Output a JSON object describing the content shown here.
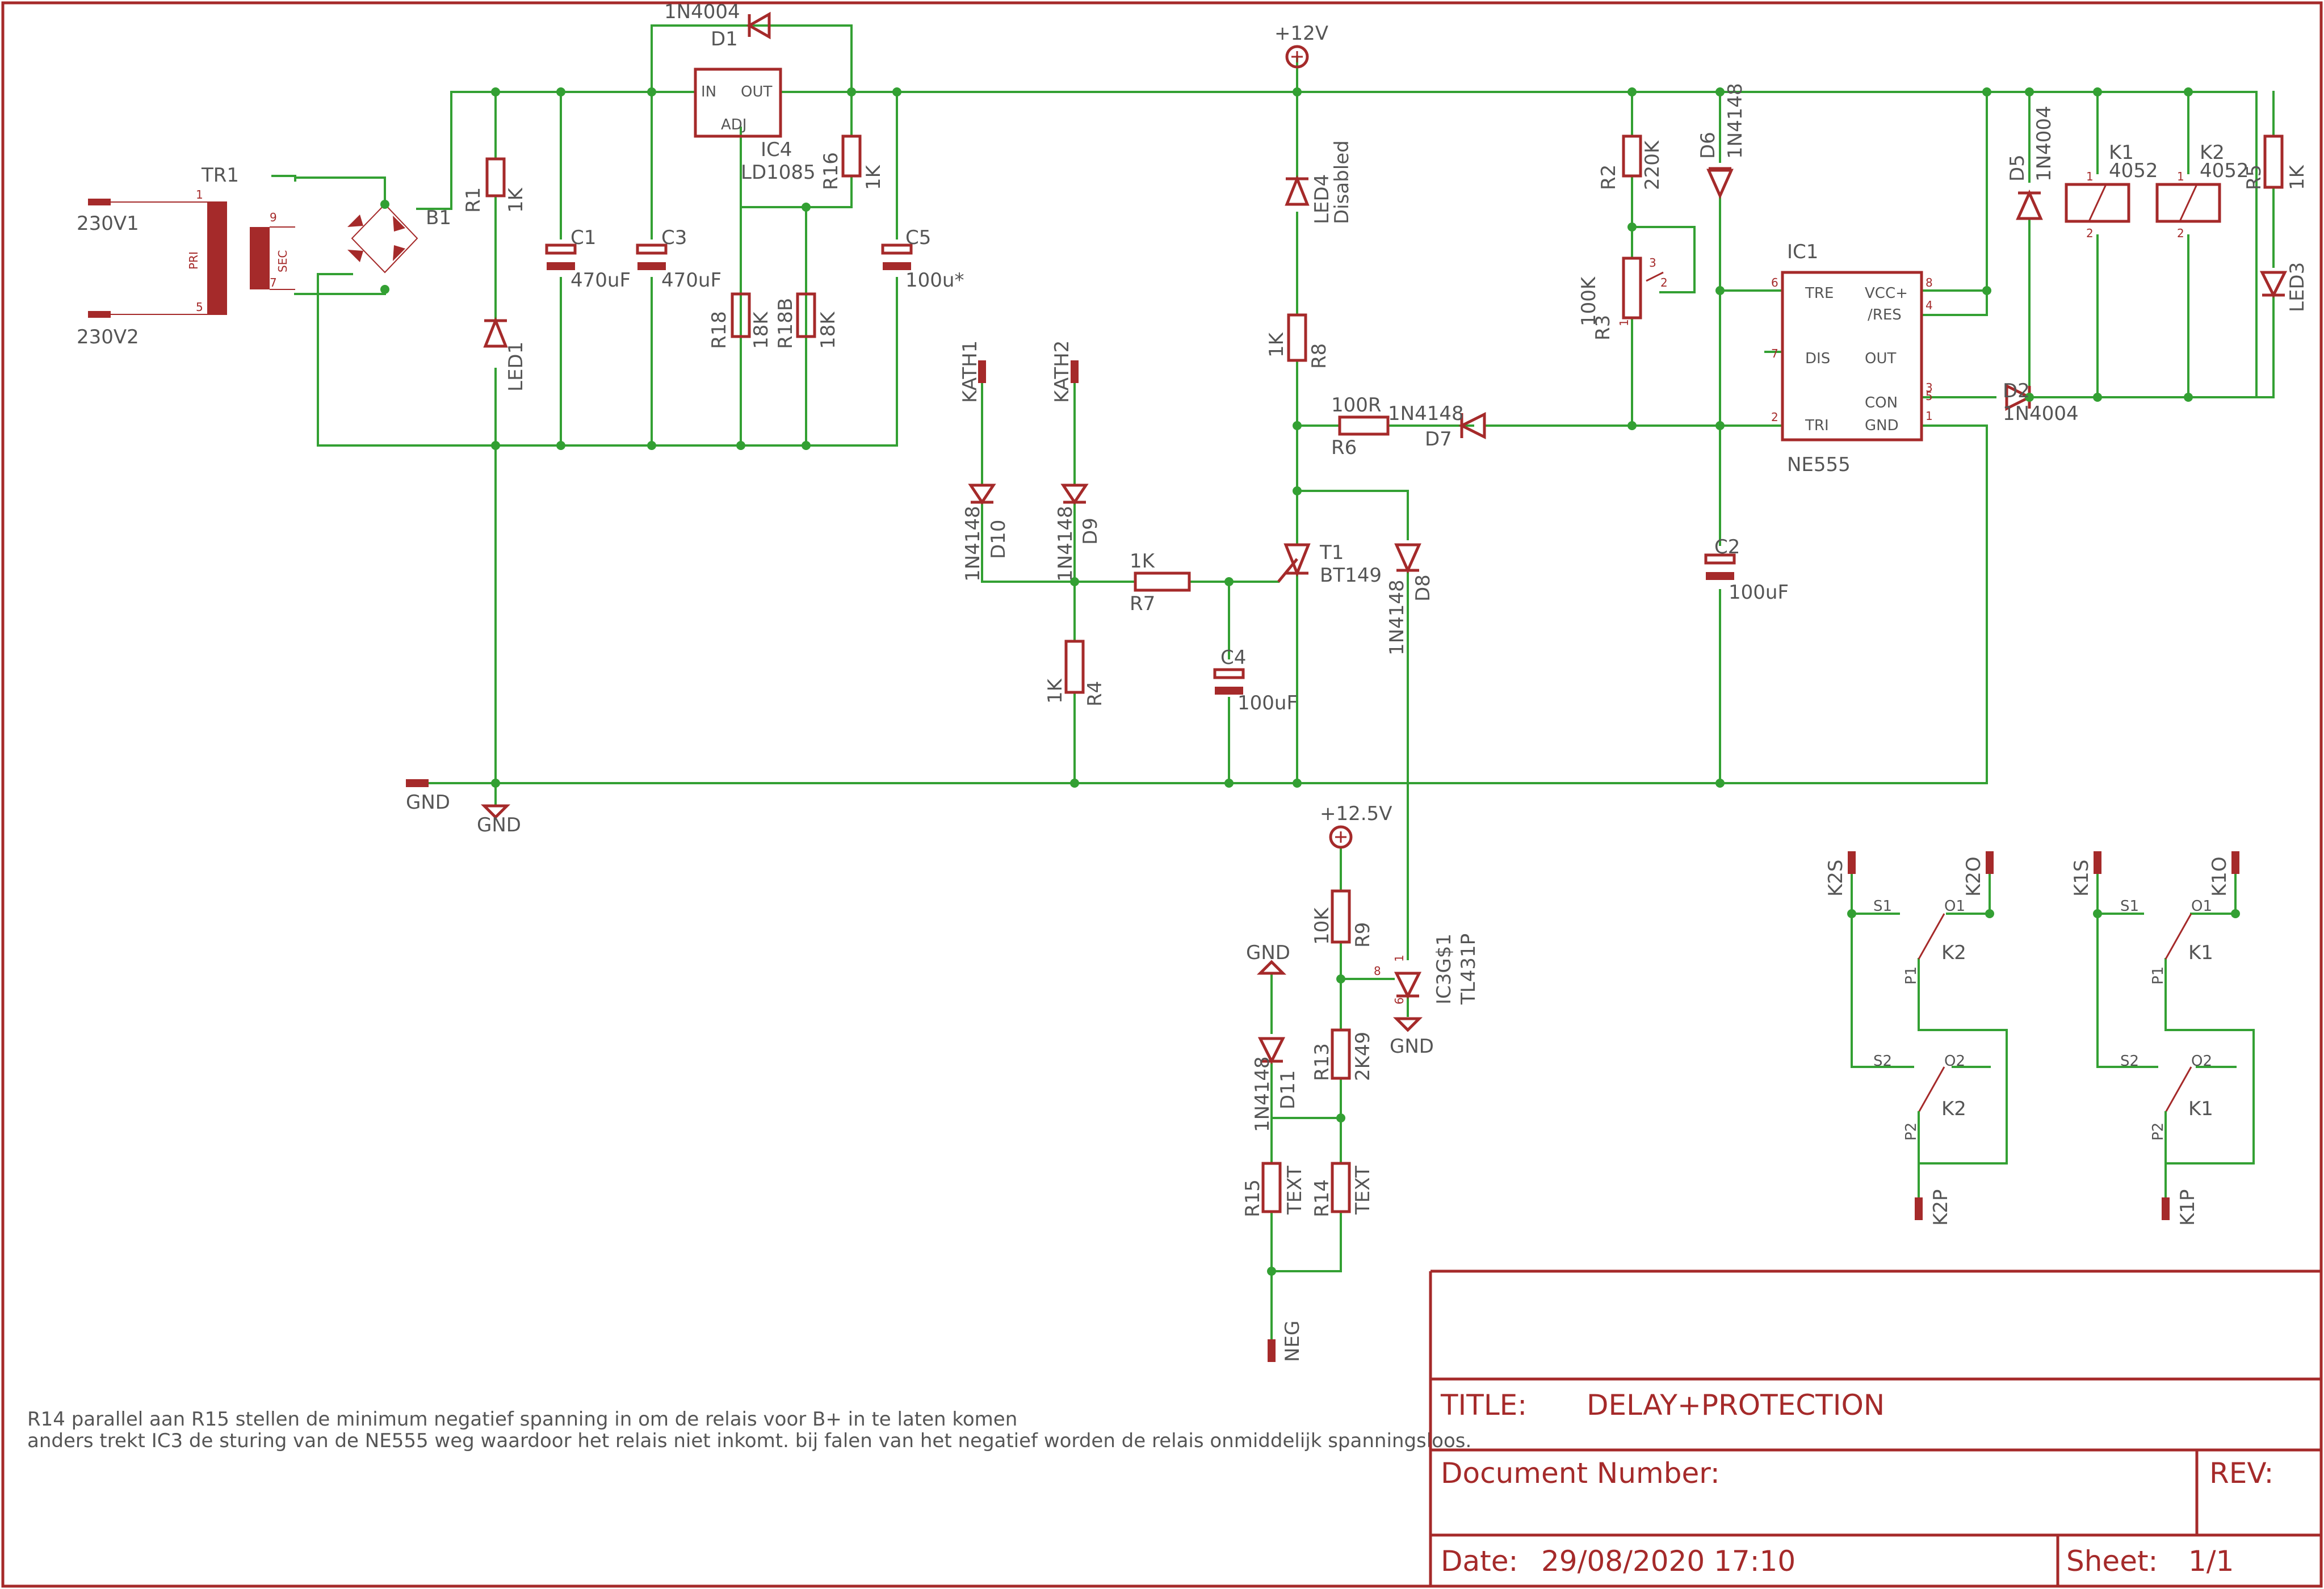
{
  "colors": {
    "wire": "#33a033",
    "component": "#a52a2a",
    "text": "#555555",
    "background": "#ffffff"
  },
  "labels": {
    "tr1": "TR1",
    "pri": "PRI",
    "sec": "SEC",
    "v230_1": "230V1",
    "v230_2": "230V2",
    "pin1": "1",
    "pin5": "5",
    "pin9": "9",
    "pin7": "7",
    "b1": "B1",
    "r1": "R1",
    "r1_val": "1K",
    "led1": "LED1",
    "c1": "C1",
    "c1_val": "470uF",
    "c3": "C3",
    "c3_val": "470uF",
    "d1_type": "1N4004",
    "d1": "D1",
    "ic4_in": "IN",
    "ic4_out": "OUT",
    "ic4_adj": "ADJ",
    "ic4": "IC4",
    "ic4_val": "LD1085",
    "r16": "R16",
    "r16_val": "1K",
    "r18": "R18",
    "r18_val": "18K",
    "r18b": "R18B",
    "r18b_val": "18K",
    "c5": "C5",
    "c5_val": "100u*",
    "vcc12": "+12V",
    "led4": "LED4",
    "led4_val": "Disabled",
    "r8": "R8",
    "r8_val": "1K",
    "r6_val": "100R",
    "r6": "R6",
    "d7_type": "1N4148",
    "d7": "D7",
    "kath1": "KATH1",
    "kath2": "KATH2",
    "d10": "D10",
    "d10_type": "1N4148",
    "d9": "D9",
    "d9_type": "1N4148",
    "r7_val": "1K",
    "r7": "R7",
    "t1": "T1",
    "t1_val": "BT149",
    "d8": "D8",
    "d8_type": "1N4148",
    "r4": "R4",
    "r4_val": "1K",
    "c4": "C4",
    "c4_val": "100uF",
    "gnd": "GND",
    "r2": "R2",
    "r2_val": "220K",
    "r3": "R3",
    "r3_val": "100K",
    "r3_p1": "1",
    "r3_p2": "2",
    "r3_p3": "3",
    "d6": "D6",
    "d6_type": "1N4148",
    "ic1": "IC1",
    "ic1_val": "NE555",
    "ic1_tre": "TRE",
    "ic1_vcc": "VCC+",
    "ic1_res": "/RES",
    "ic1_dis": "DIS",
    "ic1_out": "OUT",
    "ic1_con": "CON",
    "ic1_gnd": "GND",
    "ic1_tri": "TRI",
    "ic1_p6": "6",
    "ic1_p7": "7",
    "ic1_p2": "2",
    "ic1_p8": "8",
    "ic1_p4": "4",
    "ic1_p3": "3",
    "ic1_p5": "5",
    "ic1_p1": "1",
    "c2": "C2",
    "c2_val": "100uF",
    "d5": "D5",
    "d5_type": "1N4004",
    "k1": "K1",
    "k1_val": "4052",
    "k2": "K2",
    "k2_val": "4052",
    "k_p1": "1",
    "k_p2": "2",
    "r5": "R5",
    "r5_val": "1K",
    "led3": "LED3",
    "d2": "D2",
    "d2_type": "1N4004",
    "vcc125": "+12.5V",
    "r9": "R9",
    "r9_val": "10K",
    "r13": "R13",
    "r13_val": "2K49",
    "ic3": "IC3G$1",
    "ic3_val": "TL431P",
    "ic3_p8": "8",
    "ic3_p1": "1",
    "ic3_p6": "6",
    "d11": "D11",
    "d11_type": "1N4148",
    "r15": "R15",
    "r15_val": "TEXT",
    "r14": "R14",
    "r14_val": "TEXT",
    "neg": "NEG",
    "k2s": "K2S",
    "k2o": "K2O",
    "k2p": "K2P",
    "k1s": "K1S",
    "k1o": "K1O",
    "k1p": "K1P",
    "s1": "S1",
    "o1": "O1",
    "p1": "P1",
    "s2": "S2",
    "o2": "O2",
    "p2": "P2"
  },
  "note": {
    "line1": "R14 parallel aan R15 stellen de minimum negatief spanning in om de relais voor B+ in te laten komen",
    "line2": "anders trekt IC3 de sturing van de NE555 weg waardoor het relais niet inkomt. bij falen van het negatief worden de relais onmiddelijk spanningsloos."
  },
  "title_block": {
    "title_label": "TITLE:",
    "title": "DELAY+PROTECTION",
    "docnum_label": "Document Number:",
    "rev_label": "REV:",
    "date_label": "Date:",
    "date": "29/08/2020 17:10",
    "sheet_label": "Sheet:",
    "sheet": "1/1"
  }
}
